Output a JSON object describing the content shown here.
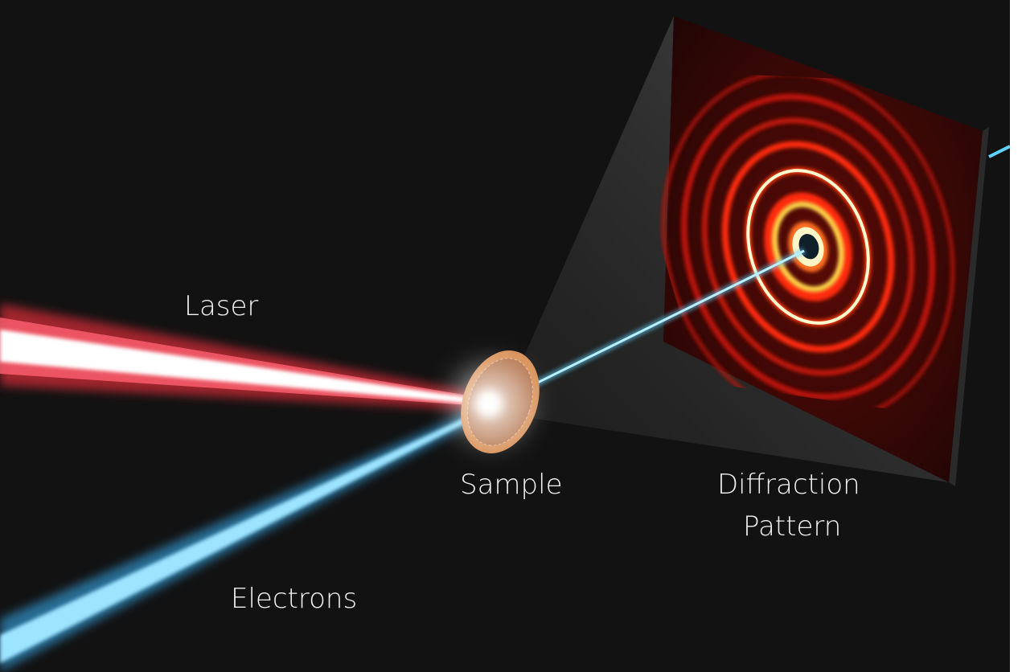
{
  "labels": {
    "laser": "Laser",
    "sample": "Sample",
    "diffraction_line1": "Diffraction",
    "diffraction_line2": "Pattern",
    "electrons": "Electrons"
  },
  "colors": {
    "background": "#121212",
    "laser": "#ff3b4a",
    "electrons": "#5fd3ff",
    "sample": "#d9925a",
    "pattern_ring": "#ff2a10",
    "pattern_core": "#fff7a0"
  }
}
